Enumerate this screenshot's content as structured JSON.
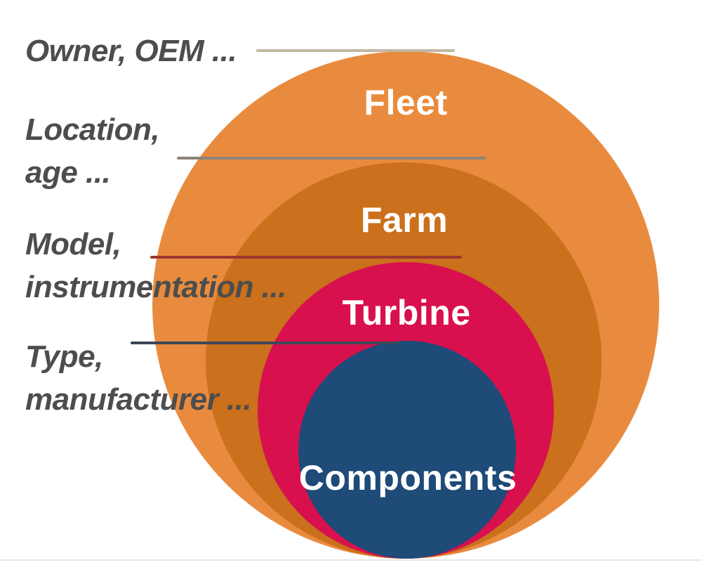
{
  "diagram": {
    "type": "nested-circles",
    "levels": [
      {
        "name": "Fleet",
        "color": "#E98B3E",
        "annotation": "Owner, OEM ..."
      },
      {
        "name": "Farm",
        "color": "#CB701C",
        "annotation": "Location, age ..."
      },
      {
        "name": "Turbine",
        "color": "#D8104E",
        "annotation": "Model, instrumentation ..."
      },
      {
        "name": "Components",
        "color": "#1E4B78",
        "annotation": "Type, manufacturer ..."
      }
    ]
  },
  "annotations": {
    "owner_oem": {
      "line1": "Owner, OEM ..."
    },
    "location_age": {
      "line1": "Location,",
      "line2": "age ..."
    },
    "model_instrumentation": {
      "line1": "Model,",
      "line2": "instrumentation ..."
    },
    "type_manufacturer": {
      "line1": "Type,",
      "line2": "manufacturer ..."
    }
  },
  "colors": {
    "background": "#FFFFFF",
    "fleet": "#E98B3E",
    "farm": "#CB701C",
    "turbine": "#D8104E",
    "components": "#1E4B78",
    "annotation_text": "#4D4D4D",
    "circle_label_text": "#FFFFFF",
    "leader_owner": "#C2B7A4",
    "leader_location": "#8A847A",
    "leader_model": "#9A3631",
    "leader_type": "#3D4757",
    "slide_edge": "#E8E6E0"
  }
}
